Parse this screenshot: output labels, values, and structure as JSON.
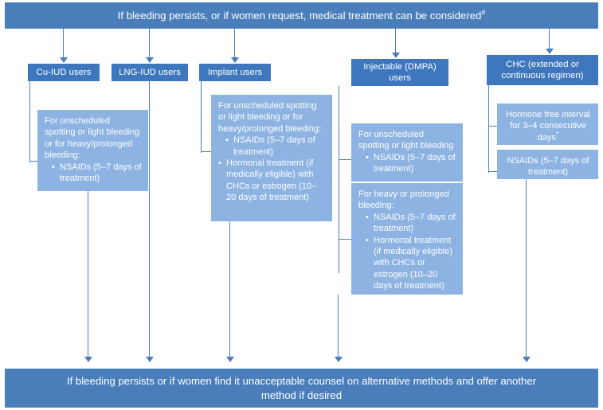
{
  "top_banner": {
    "text": "If bleeding persists, or if women request, medical treatment can be considered",
    "footnote_marker": "#"
  },
  "bottom_banner": {
    "text": "If bleeding persists or if women find it unacceptable counsel on alternative methods and offer another method if desired"
  },
  "colors": {
    "banner_blue": "#4A7EBB",
    "header_blue": "#3E77BE",
    "body_blue": "#8CB3E2",
    "connector_blue": "#4A7EBB",
    "text_white": "#FFFFFF",
    "page_background": "#FFFFFF"
  },
  "columns": [
    {
      "id": "cu-iud",
      "header": "Cu-IUD users",
      "boxes": [
        {
          "id": "cu-lng-shared",
          "intro": "For unscheduled spotting or light bleeding or for heavy/prolonged bleeding:",
          "bullets": [
            {
              "text": "NSAIDs (5–7 days of treatment)",
              "indent": true
            }
          ]
        }
      ]
    },
    {
      "id": "lng-iud",
      "header": "LNG-IUD users",
      "boxes": []
    },
    {
      "id": "implant",
      "header": "Implant users",
      "boxes": [
        {
          "id": "implant-box",
          "intro": "For unscheduled spotting or light bleeding or for heavy/prolonged bleeding:",
          "bullets": [
            {
              "text": "NSAIDs (5–7 days of treatment)",
              "indent": true
            },
            {
              "text": "Hormonal treatment (if medically eligible) with CHCs or estrogen (10– 20 days of treatment)",
              "indent": false
            }
          ]
        }
      ]
    },
    {
      "id": "dmpa",
      "header": "Injectable (DMPA) users",
      "boxes": [
        {
          "id": "dmpa-light",
          "intro": "For unscheduled spotting or light bleeding",
          "bullets": [
            {
              "text": "NSAIDs (5–7 days of treatment)",
              "indent": true
            }
          ]
        },
        {
          "id": "dmpa-heavy",
          "intro": "For heavy or prolonged bleeding:",
          "bullets": [
            {
              "text": "NSAIDs (5–7 days of treatment)",
              "indent": true
            },
            {
              "text": "Hormonal treatment (if medically eligible) with CHCs or estrogen (10–20 days of treatment)",
              "indent": true
            }
          ]
        }
      ]
    },
    {
      "id": "chc",
      "header": "CHC (extended or continuous regimen)",
      "boxes": [
        {
          "id": "chc-hfi",
          "text": "Hormone free interval for 3–4 consecutive days",
          "footnote_marker": "*"
        },
        {
          "id": "chc-nsaids",
          "text": "NSAIDs (5–7 days of treatment)"
        }
      ]
    }
  ]
}
